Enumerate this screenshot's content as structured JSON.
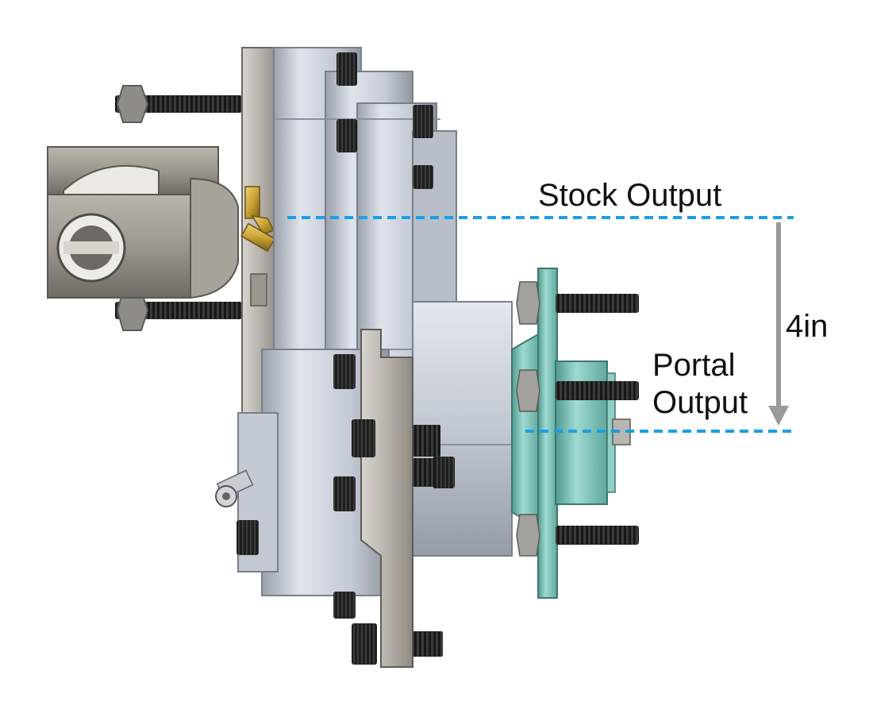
{
  "diagram": {
    "stock_output_label": "Stock Output",
    "portal_output_label_line1": "Portal",
    "portal_output_label_line2": "Output",
    "offset_label": "4in"
  },
  "colors": {
    "background": "#ffffff",
    "dashed_line": "#1a9fe6",
    "dimension_arrow": "#9a9a9a",
    "housing": "#c6ccd6",
    "housing_dark": "#8b929c",
    "mount_plate": "#a8a49c",
    "yoke": "#a09c94",
    "hub": "#7fc6bb",
    "fastener": "#2a2a2a",
    "brass_fitting": "#c9a233"
  },
  "icons": {
    "fitting": "brass-elbow-fitting"
  }
}
